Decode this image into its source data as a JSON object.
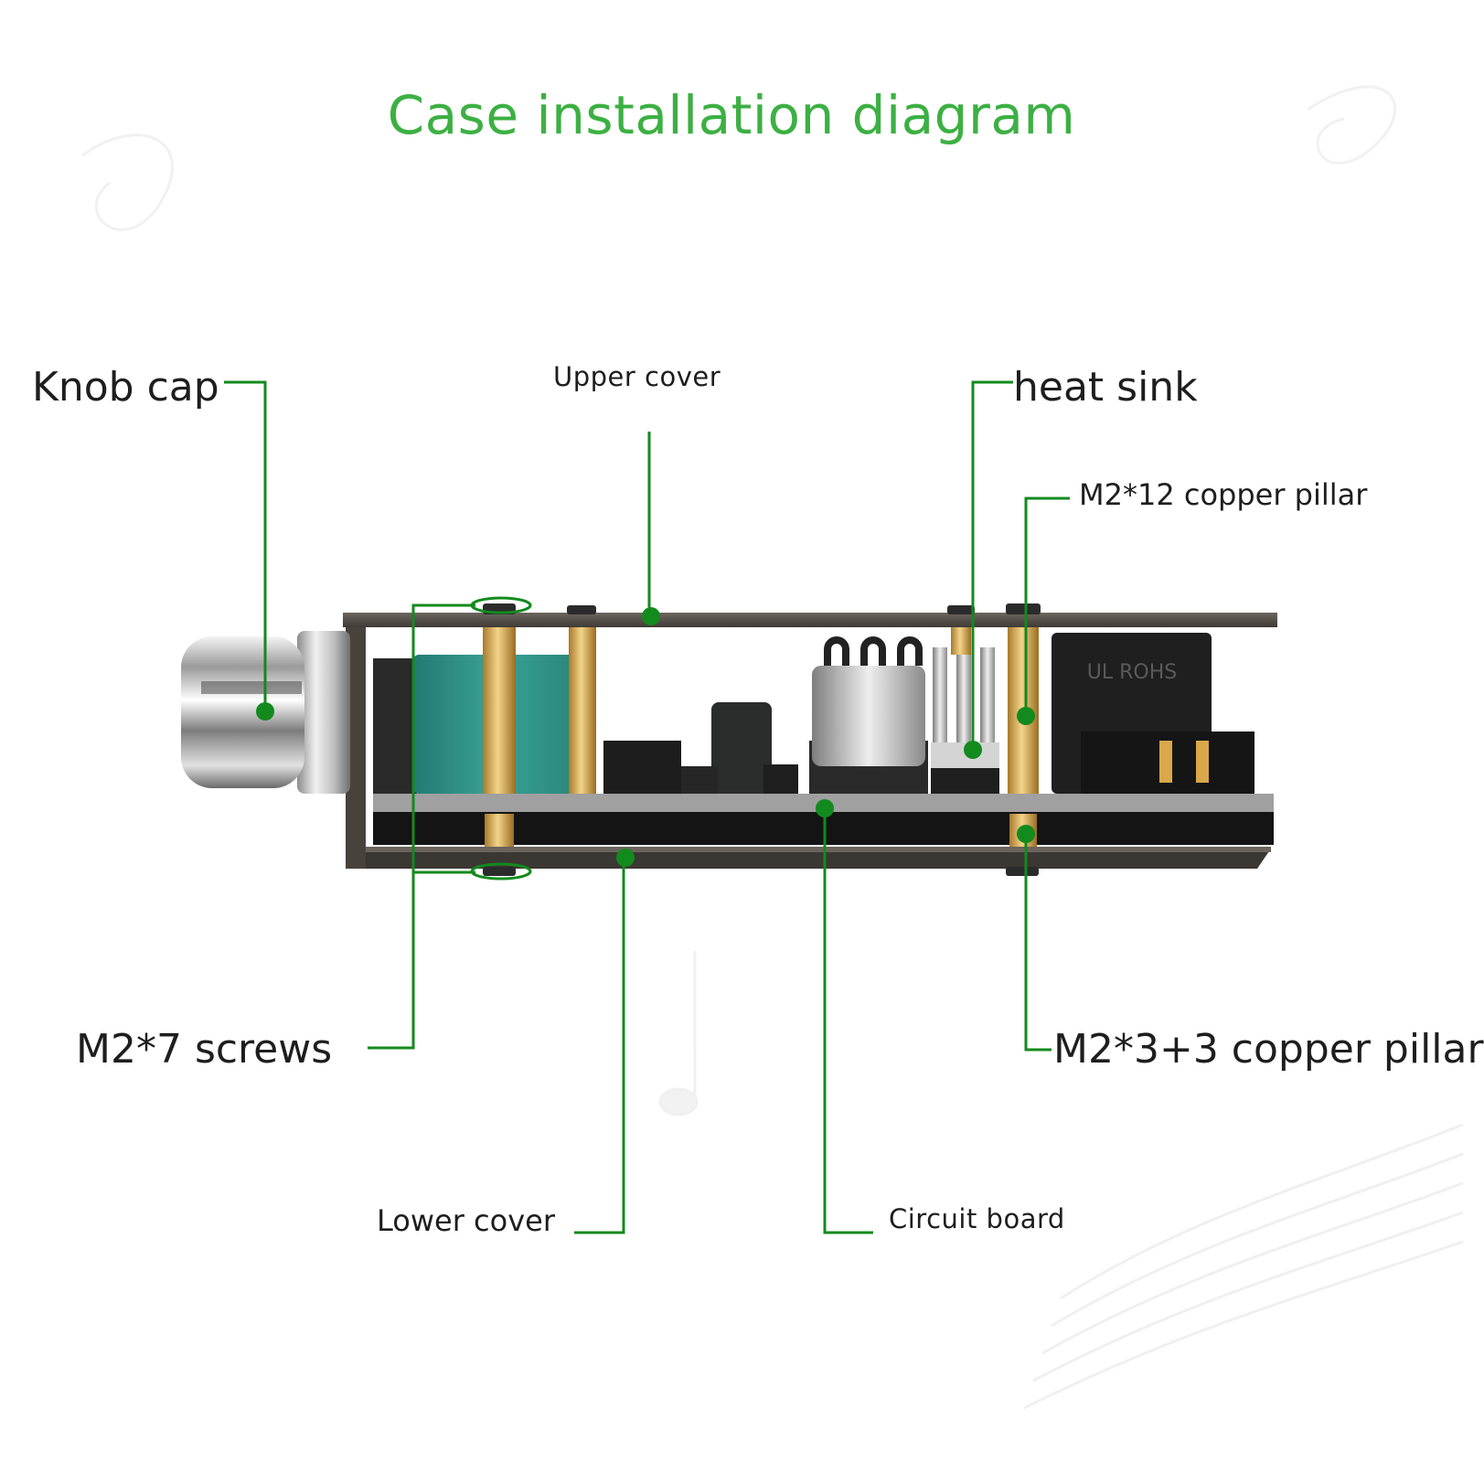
{
  "title": "Case installation diagram",
  "labels": {
    "knob_cap": "Knob cap",
    "upper_cover": "Upper cover",
    "heat_sink": "heat sink",
    "m2x12_pillar": "M2*12 copper pillar",
    "m2x7_screws": "M2*7 screws",
    "m2x3_pillar": "M2*3+3 copper pillar",
    "lower_cover": "Lower cover",
    "circuit_board": "Circuit board"
  },
  "pcb_text": {
    "relay_marking": "UL ROHS"
  },
  "colors": {
    "title": "#3cb043",
    "leader": "#138a1e",
    "label_text": "#1e1e1e",
    "acrylic": "#4f4a45",
    "pcb": "#1c1c1c",
    "potentiometer": "#2f8f86",
    "copper": "#d6a64b"
  }
}
